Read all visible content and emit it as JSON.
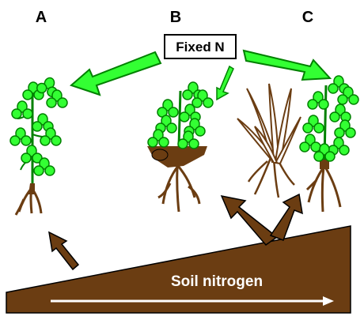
{
  "panels": {
    "a": "A",
    "b": "B",
    "c": "C"
  },
  "fixed_box": {
    "label": "Fixed N"
  },
  "soil": {
    "label": "Soil nitrogen"
  },
  "colors": {
    "leaf_green": "#33ff33",
    "leaf_outline": "#008000",
    "soil_brown": "#6b3d12",
    "root_brown": "#6b3d12",
    "arrow_white": "#ffffff",
    "text_black": "#000000"
  },
  "icons": {
    "plant_a": "legume-plant-icon",
    "plant_b": "legume-plant-icon",
    "grass": "grass-plant-icon",
    "plant_c": "legume-plant-icon"
  }
}
